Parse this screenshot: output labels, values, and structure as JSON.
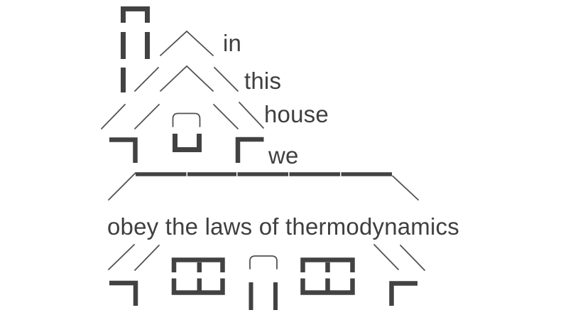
{
  "meme": {
    "words": {
      "in": "in",
      "this": "this",
      "house": "house",
      "we": "we"
    },
    "caption": "obey the laws of thermodynamics"
  },
  "colors": {
    "background": "#ffffff",
    "line_thick": "#424242",
    "line_thin": "#525252",
    "text": "#3f3f3f"
  },
  "drawing": {
    "description": "ASCII-art style line drawing of a house: chimney, double-chevron roof, attic arch window, eaves, two paned windows, arched door, corner wall brackets"
  }
}
